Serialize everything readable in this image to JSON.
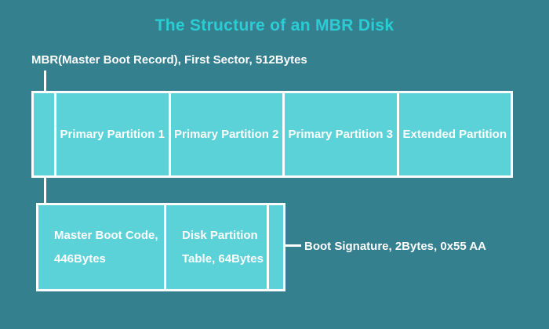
{
  "title": "The Structure of an MBR Disk",
  "mbr_label": "MBR(Master Boot Record), First Sector, 512Bytes",
  "boot_signature_label": "Boot Signature, 2Bytes, 0x55 AA",
  "disk_row": {
    "segments": [
      {
        "label": ""
      },
      {
        "label": "Primary Partition 1"
      },
      {
        "label": "Primary Partition 2"
      },
      {
        "label": "Primary Partition 3"
      },
      {
        "label": "Extended Partition"
      }
    ]
  },
  "mbr_row": {
    "segments": [
      {
        "line1": "Master Boot Code,",
        "line2": "446Bytes"
      },
      {
        "line1": "Disk Partition",
        "line2": "Table, 64Bytes"
      },
      {
        "label": ""
      }
    ]
  },
  "colors": {
    "background": "#35808F",
    "segment_fill": "#5BD1D8",
    "title_text": "#2ACDD3",
    "border_and_lines": "#FFFFFF",
    "label_text": "#FFFFFF"
  }
}
